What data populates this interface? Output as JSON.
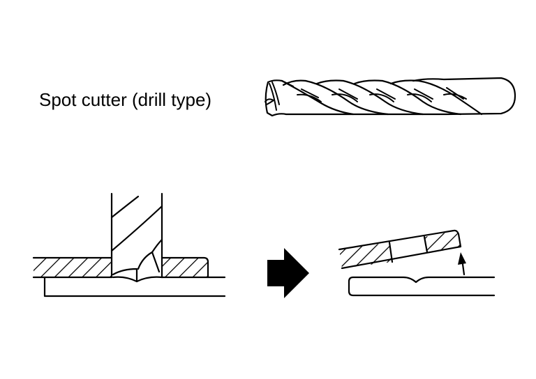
{
  "diagram": {
    "title_label": "Spot cutter (drill type)",
    "colors": {
      "ink": "#000000",
      "background": "#ffffff"
    },
    "parts": {
      "drill_bit": "spot cutter drill bit (side view)",
      "step1": "drill cutting through upper panel at spot weld",
      "arrow": "right-arrow (process step)",
      "step2": "upper panel lifted off lower panel after cutting"
    }
  }
}
